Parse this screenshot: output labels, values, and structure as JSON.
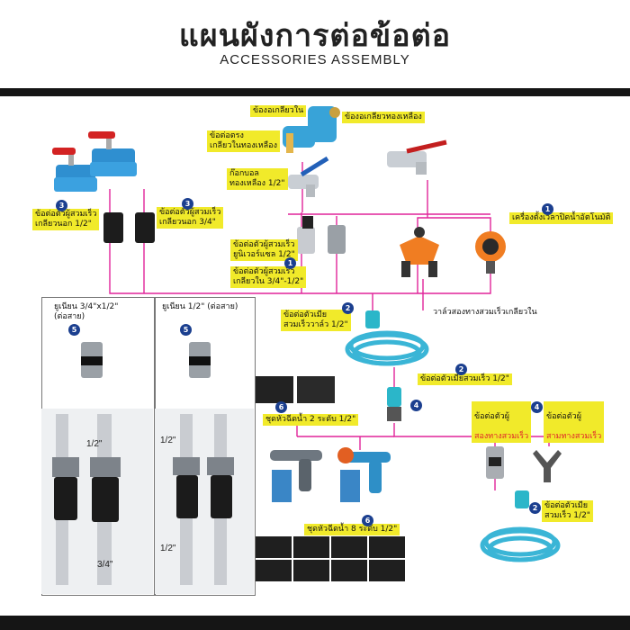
{
  "header": {
    "title_th": "แผนผังการต่อข้อต่อ",
    "title_en": "ACCESSORIES ASSEMBLY"
  },
  "labels": {
    "elbow_inner": "ข้องอเกลียวใน",
    "elbow_brass": "ข้องอเกลียวทองเหลือง",
    "straight_inner": "ข้อต่อตรง\nเกลียวในทองเหลือง",
    "ball_faucet": "ก๊อกบอล\nทองเหลือง 1/2\"",
    "qc_male_half": "ข้อต่อตัวผู้สวมเร็ว\nเกลียวนอก 1/2\"",
    "qc_male_34": "ข้อต่อตัวผู้สวมเร็ว\nเกลียวนอก 3/4\"",
    "qc_universal": "ข้อต่อตัวผู้สวมเร็ว\nยูนิเวอร์แซล 1/2\"",
    "qc_inner_34_12": "ข้อต่อตัวผู้สวมเร็ว\nเกลียวใน 3/4\"-1/2\"",
    "timer": "เครื่องตั้งเวลาปิดน้ำอัตโนมัติ",
    "two_way_valve": "วาล์วสองทางสวมเร็วเกลียวใน",
    "qc_female_valve": "ข้อต่อตัวเมีย\nสวมเร็ววาล์ว 1/2\"",
    "qc_female_half": "ข้อต่อตัวเมียสวมเร็ว 1/2\"",
    "nozzle_2": "ชุดหัวฉีดน้ำ 2 ระดับ 1/2\"",
    "nozzle_8": "ชุดหัวฉีดน้ำ 8 ระดับ 1/2\"",
    "male_two_way_a": "ข้อต่อตัวผู้",
    "male_two_way_b": "สองทางสวมเร็ว",
    "male_three_way_a": "ข้อต่อตัวผู้",
    "male_three_way_b": "สามทางสวมเร็ว",
    "qc_female_bottom": "ข้อต่อตัวเมีย\nสวมเร็ว 1/2\""
  },
  "badges": {
    "b1": "1",
    "b2": "2",
    "b3": "3",
    "b4": "4",
    "b5": "5",
    "b6": "6"
  },
  "panels": {
    "left_caption": "ยูเนียน 3/4\"x1/2\"\n(ต่อสาย)",
    "right_caption": "ยูเนียน 1/2\" (ต่อสาย)",
    "size_half": "1/2\"",
    "size_34": "3/4\""
  },
  "colors": {
    "accent_line": "#e0249a",
    "label_bg": "#f1ea2a",
    "badge": "#1b3f8f",
    "hose": "#3ab5d6",
    "band": "#151515"
  }
}
